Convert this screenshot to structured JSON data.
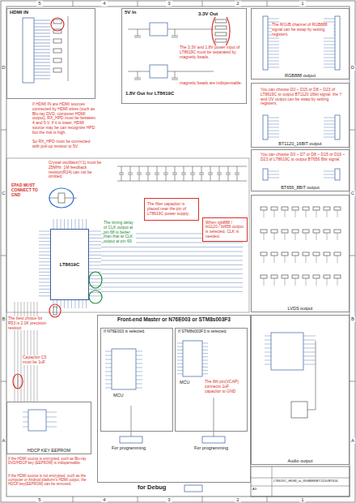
{
  "diagram": {
    "nodes": [
      {
        "text": [
          "HDMI IN"
        ]
      },
      {
        "text": [
          "5V In"
        ]
      },
      {
        "text": [
          "RGB888 output"
        ]
      },
      {
        "text": [
          "BT1120_16BIT output"
        ]
      },
      {
        "text": [
          "BT656_8BIT output"
        ]
      },
      {
        "text": [
          "LT8619C"
        ]
      },
      {
        "text": [
          "The filter capacitor is placed near the pin of LT8619C power supply."
        ]
      },
      {
        "text": [
          "When rgb888 / bt1120 / bt656 output is selected, CLK is needed."
        ]
      },
      {
        "text": [
          "LVDS output"
        ]
      },
      {
        "text": [
          "Front-end Master or N76E003 or STM8s003F3"
        ]
      },
      {
        "text": [
          "If N76E003 is selected."
        ],
        "in": 9
      },
      {
        "text": [
          "If STM8s003F3 is selected."
        ],
        "in": 9
      },
      {
        "text": [
          "HDCP KEY EEPROM"
        ]
      },
      {
        "text": [
          "Audio output"
        ]
      }
    ],
    "labels": [
      "5",
      "4",
      "3",
      "2",
      "1",
      "5",
      "4",
      "3",
      "2",
      "1",
      "D",
      "C",
      "B",
      "A",
      "D",
      "C",
      "B",
      "A",
      "3.3V Out",
      "1.8V Out for LT8619C",
      "The 3.3V and 1.8V power input of LT8619C must be separated by magnetic beads.",
      "magnetic beads are indispensable.",
      "The R/G/B channel of RGB888 signal can be swap by setting registers.",
      "You can choose D0 ~ D15 or D8 ~ D23 of LT8619C to output BT1120 16bit signal. the Y and UV output can be swap by setting registers.",
      "You can choose D0 ~ D7 or D8 ~ D15 or D16 ~ D23 of LT8619C to output BT656 8bit signal.",
      "If HDMI IN are HDMI sources connected by HDMI wires (such as Blu-ray DVD, computer HDMI output), RX_HPD must be between 4 and 5 V. If it is lower, HDMI source may be can recognize HPD but the risk is high.",
      "So RX_HPD must be connected with pull-up resistor to 5V.",
      "Crystal oscillator(Y1) must be 25MHz. 1M feedback resistor(R24) can not be omitted.",
      "EPAD MUST CONNECT TO GND",
      "The timing delay of CLK output at pin 68 is better than that at CLK output at pin 69.",
      "The best choice for R53 is 2.0K precision resistor.",
      "Capacitor C5 must be 1uF.",
      "If the HDMI source is encrypted, such as Blu-ray DVD/HDCP key (EEPROM) is indispensable.",
      "If the HDMI source is not encrypted, such as the computer or Android platform's HDMI output, the HDCP key(EEPROM) can be removed.",
      "The 8th pin(VCAP) connects 1uF capacitor to GND",
      "MCU",
      "For programming",
      "MCU",
      "For programming",
      "for Debug",
      "LT8619C_HDMI_to_RGB888/BT1120/BT656",
      "A3"
    ]
  }
}
